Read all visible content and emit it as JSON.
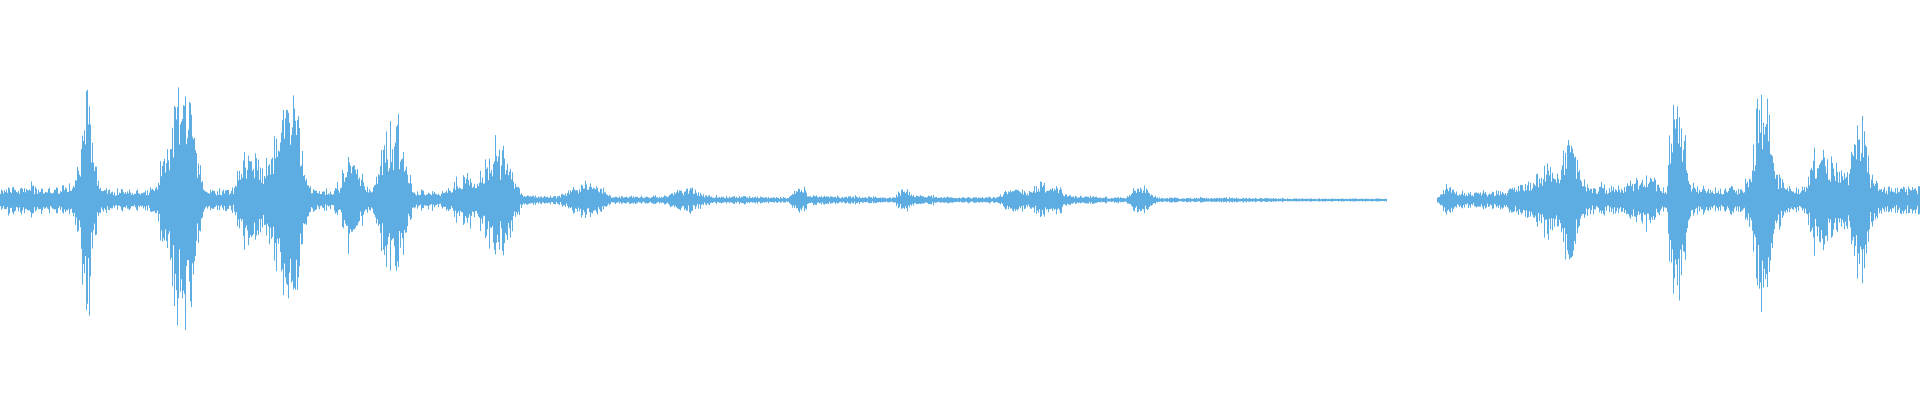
{
  "waveform": {
    "color": "#5dade2",
    "background": "#ffffff",
    "envelope": [
      [
        0,
        0.06
      ],
      [
        0.02,
        0.05
      ],
      [
        0.03,
        0.05
      ],
      [
        0.038,
        0.06
      ],
      [
        0.042,
        0.18
      ],
      [
        0.044,
        0.46
      ],
      [
        0.046,
        0.45
      ],
      [
        0.048,
        0.2
      ],
      [
        0.052,
        0.06
      ],
      [
        0.058,
        0.04
      ],
      [
        0.07,
        0.05
      ],
      [
        0.076,
        0.04
      ],
      [
        0.082,
        0.08
      ],
      [
        0.088,
        0.28
      ],
      [
        0.093,
        0.5
      ],
      [
        0.098,
        0.47
      ],
      [
        0.102,
        0.2
      ],
      [
        0.106,
        0.05
      ],
      [
        0.112,
        0.04
      ],
      [
        0.122,
        0.05
      ],
      [
        0.126,
        0.18
      ],
      [
        0.132,
        0.18
      ],
      [
        0.138,
        0.14
      ],
      [
        0.145,
        0.3
      ],
      [
        0.15,
        0.48
      ],
      [
        0.154,
        0.45
      ],
      [
        0.157,
        0.16
      ],
      [
        0.162,
        0.04
      ],
      [
        0.172,
        0.04
      ],
      [
        0.176,
        0.06
      ],
      [
        0.18,
        0.18
      ],
      [
        0.184,
        0.14
      ],
      [
        0.19,
        0.06
      ],
      [
        0.194,
        0.04
      ],
      [
        0.198,
        0.18
      ],
      [
        0.203,
        0.29
      ],
      [
        0.208,
        0.3
      ],
      [
        0.212,
        0.12
      ],
      [
        0.216,
        0.04
      ],
      [
        0.23,
        0.03
      ],
      [
        0.236,
        0.06
      ],
      [
        0.242,
        0.11
      ],
      [
        0.248,
        0.09
      ],
      [
        0.255,
        0.18
      ],
      [
        0.262,
        0.2
      ],
      [
        0.268,
        0.1
      ],
      [
        0.272,
        0.02
      ],
      [
        0.29,
        0.015
      ],
      [
        0.297,
        0.04
      ],
      [
        0.305,
        0.08
      ],
      [
        0.312,
        0.06
      ],
      [
        0.318,
        0.015
      ],
      [
        0.345,
        0.015
      ],
      [
        0.352,
        0.04
      ],
      [
        0.36,
        0.05
      ],
      [
        0.366,
        0.02
      ],
      [
        0.41,
        0.01
      ],
      [
        0.414,
        0.04
      ],
      [
        0.418,
        0.06
      ],
      [
        0.421,
        0.02
      ],
      [
        0.465,
        0.01
      ],
      [
        0.468,
        0.03
      ],
      [
        0.472,
        0.05
      ],
      [
        0.476,
        0.02
      ],
      [
        0.505,
        0.01
      ],
      [
        0.52,
        0.015
      ],
      [
        0.524,
        0.04
      ],
      [
        0.53,
        0.05
      ],
      [
        0.536,
        0.04
      ],
      [
        0.543,
        0.07
      ],
      [
        0.551,
        0.06
      ],
      [
        0.556,
        0.02
      ],
      [
        0.586,
        0.01
      ],
      [
        0.59,
        0.04
      ],
      [
        0.594,
        0.07
      ],
      [
        0.598,
        0.04
      ],
      [
        0.603,
        0.01
      ],
      [
        0.66,
        0.008
      ],
      [
        0.675,
        0.006
      ],
      [
        0.722,
        0.006
      ],
      [
        0.722,
        0.0
      ],
      [
        0.748,
        0.0
      ],
      [
        0.749,
        0.02
      ],
      [
        0.753,
        0.06
      ],
      [
        0.758,
        0.04
      ],
      [
        0.766,
        0.03
      ],
      [
        0.785,
        0.04
      ],
      [
        0.793,
        0.07
      ],
      [
        0.8,
        0.1
      ],
      [
        0.806,
        0.14
      ],
      [
        0.81,
        0.12
      ],
      [
        0.818,
        0.28
      ],
      [
        0.822,
        0.14
      ],
      [
        0.826,
        0.06
      ],
      [
        0.84,
        0.05
      ],
      [
        0.848,
        0.07
      ],
      [
        0.856,
        0.09
      ],
      [
        0.862,
        0.08
      ],
      [
        0.868,
        0.03
      ],
      [
        0.87,
        0.35
      ],
      [
        0.873,
        0.5
      ],
      [
        0.876,
        0.35
      ],
      [
        0.88,
        0.06
      ],
      [
        0.895,
        0.05
      ],
      [
        0.908,
        0.05
      ],
      [
        0.912,
        0.14
      ],
      [
        0.916,
        0.45
      ],
      [
        0.92,
        0.44
      ],
      [
        0.924,
        0.14
      ],
      [
        0.93,
        0.05
      ],
      [
        0.94,
        0.05
      ],
      [
        0.944,
        0.17
      ],
      [
        0.952,
        0.18
      ],
      [
        0.958,
        0.12
      ],
      [
        0.962,
        0.1
      ],
      [
        0.966,
        0.27
      ],
      [
        0.97,
        0.3
      ],
      [
        0.974,
        0.12
      ],
      [
        0.978,
        0.06
      ],
      [
        0.99,
        0.05
      ],
      [
        1.0,
        0.05
      ]
    ]
  }
}
